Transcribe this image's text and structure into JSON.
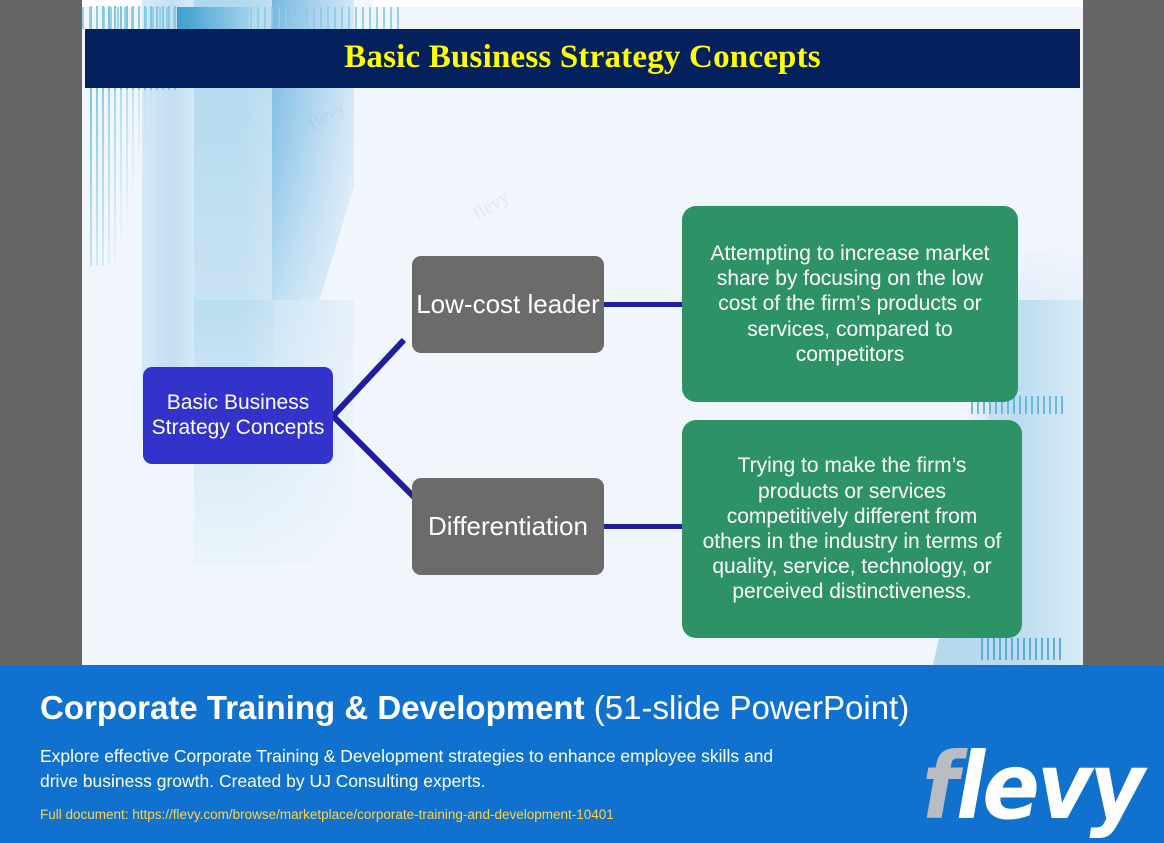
{
  "slide": {
    "title": "Basic Business Strategy Concepts",
    "diagram": {
      "root": "Basic Business Strategy Concepts",
      "branches": [
        {
          "label": "Low-cost leader",
          "description": "Attempting to increase market share by focusing on the low cost of the firm’s products or services, compared to competitors"
        },
        {
          "label": "Differentiation",
          "description": "Trying to make the firm’s products or services competitively different from others in the industry in terms of quality, service, technology, or perceived distinctiveness."
        }
      ]
    },
    "colors": {
      "title_bar": "#04215E",
      "title_text": "#FFFF00",
      "root_node": "#3333CC",
      "branch_node": "#6B6B6B",
      "description_node": "#2E9267",
      "connector": "#1F1F9E",
      "slide_background": "#F1F5FC"
    },
    "watermarks": [
      "flevy",
      "flevy",
      "flevy"
    ]
  },
  "banner": {
    "title_main": "Corporate Training & Development",
    "title_suffix": "(51-slide PowerPoint)",
    "description": "Explore effective Corporate Training & Development strategies to enhance employee skills and drive business growth. Created by UJ Consulting experts.",
    "url_label": "Full document: https://flevy.com/browse/marketplace/corporate-training-and-development-10401",
    "logo_first": "f",
    "logo_rest": "levy",
    "colors": {
      "background": "#1072CE",
      "url_text": "#FFD24A",
      "logo_f": "#B9BCC0",
      "logo_rest": "#FFFFFF"
    }
  }
}
